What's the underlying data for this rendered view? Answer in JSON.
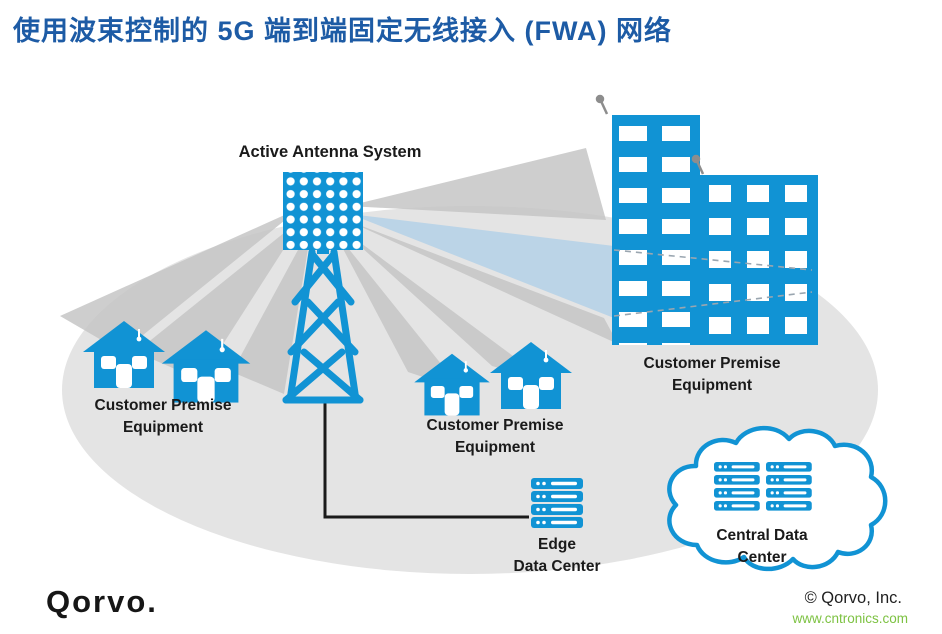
{
  "title": "使用波束控制的 5G 端到端固定无线接入 (FWA) 网络",
  "diagram": {
    "active_antenna_label": "Active Antenna System",
    "cpe_left": {
      "line1": "Customer Premise",
      "line2": "Equipment"
    },
    "cpe_middle": {
      "line1": "Customer Premise",
      "line2": "Equipment"
    },
    "cpe_right": {
      "line1": "Customer Premise",
      "line2": "Equipment"
    },
    "edge_dc": {
      "line1": "Edge",
      "line2": "Data Center"
    },
    "central_dc": {
      "line1": "Central Data",
      "line2": "Center"
    }
  },
  "footer": {
    "logo_text": "Qorvo.",
    "copyright": "© Qorvo, Inc.",
    "watermark": "www.cntronics.com"
  },
  "colors": {
    "title_blue": "#1d5ba5",
    "brand_blue": "#1193d4",
    "ellipse_gray": "#e4e4e4",
    "beam_gray": "#c6c6c6",
    "beam_blue": "#a9cde8",
    "label_dark": "#1a1a1a",
    "watermark_green": "#7dc242"
  }
}
